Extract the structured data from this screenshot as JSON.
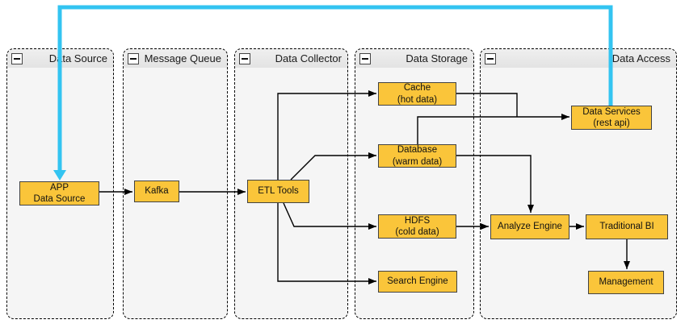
{
  "diagram": {
    "colors": {
      "node_fill": "#FAC53A",
      "node_border": "#424242",
      "group_body": "#F5F5F5",
      "group_header": "#E8E8E8",
      "edge": "#000000",
      "feedback_edge": "#33C4F1"
    },
    "containers": [
      {
        "title": "Data Source"
      },
      {
        "title": "Message Queue"
      },
      {
        "title": "Data Collector"
      },
      {
        "title": "Data Storage"
      },
      {
        "title": "Data Access"
      }
    ],
    "nodes": {
      "app-data-source": {
        "label": "APP\nData Source"
      },
      "kafka": {
        "label": "Kafka"
      },
      "etl-tools": {
        "label": "ETL Tools"
      },
      "cache": {
        "label": "Cache\n(hot data)"
      },
      "database": {
        "label": "Database\n(warm data)"
      },
      "hdfs": {
        "label": "HDFS\n(cold data)"
      },
      "search-engine": {
        "label": "Search Engine"
      },
      "data-services": {
        "label": "Data Services\n(rest api)"
      },
      "analyze-engine": {
        "label": "Analyze Engine"
      },
      "traditional-bi": {
        "label": "Traditional BI"
      },
      "management": {
        "label": "Management"
      }
    },
    "edges": [
      {
        "from": "app-data-source",
        "to": "kafka",
        "style": "black"
      },
      {
        "from": "kafka",
        "to": "etl-tools",
        "style": "black"
      },
      {
        "from": "etl-tools",
        "to": "cache",
        "style": "black"
      },
      {
        "from": "etl-tools",
        "to": "database",
        "style": "black"
      },
      {
        "from": "etl-tools",
        "to": "hdfs",
        "style": "black"
      },
      {
        "from": "etl-tools",
        "to": "search-engine",
        "style": "black"
      },
      {
        "from": "cache",
        "to": "data-services",
        "style": "black"
      },
      {
        "from": "database",
        "to": "data-services",
        "style": "black"
      },
      {
        "from": "database",
        "to": "analyze-engine",
        "style": "black"
      },
      {
        "from": "hdfs",
        "to": "analyze-engine",
        "style": "black"
      },
      {
        "from": "analyze-engine",
        "to": "traditional-bi",
        "style": "black"
      },
      {
        "from": "traditional-bi",
        "to": "management",
        "style": "black"
      },
      {
        "from": "data-services",
        "to": "app-data-source",
        "style": "feedback-cyan"
      }
    ]
  }
}
